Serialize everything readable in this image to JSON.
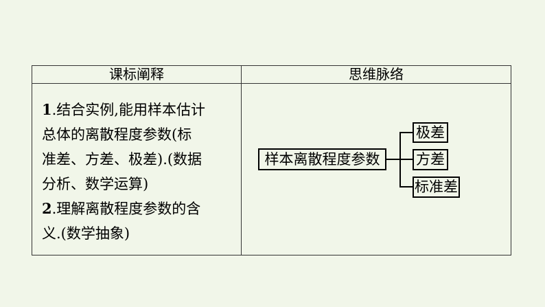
{
  "table": {
    "header_left": "课标阐释",
    "header_right": "思维脉络",
    "left_lines": [
      {
        "num": "1",
        "text": ".结合实例,能用样本估计"
      },
      {
        "num": "",
        "text": "总体的离散程度参数(标"
      },
      {
        "num": "",
        "text": "准差、方差、极差).(数据"
      },
      {
        "num": "",
        "text": "分析、数学运算)"
      },
      {
        "num": "2",
        "text": ".理解离散程度参数的含"
      },
      {
        "num": "",
        "text": "义.(数学抽象)"
      }
    ]
  },
  "diagram": {
    "root": "样本离散程度参数",
    "branches": [
      "极差",
      "方差",
      "标准差"
    ]
  }
}
